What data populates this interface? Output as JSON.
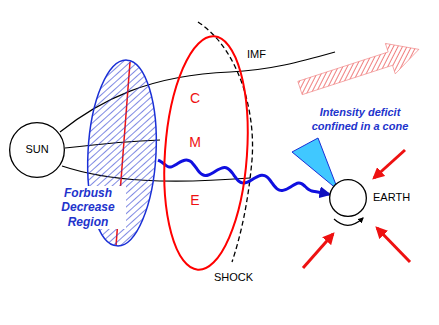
{
  "diagram": {
    "nodes": [
      {
        "text": [
          "SUN"
        ]
      },
      {
        "text": [
          "Forbush Decrease Region"
        ]
      },
      {
        "text": [
          "C",
          "M",
          "E"
        ]
      },
      {
        "text": [
          "EARTH"
        ]
      }
    ],
    "edges": [
      {
        "from": 1,
        "to": 3,
        "arrow": "to"
      }
    ],
    "labels": [
      "IMF",
      "SHOCK",
      "Intensity deficit confined in a cone"
    ]
  }
}
